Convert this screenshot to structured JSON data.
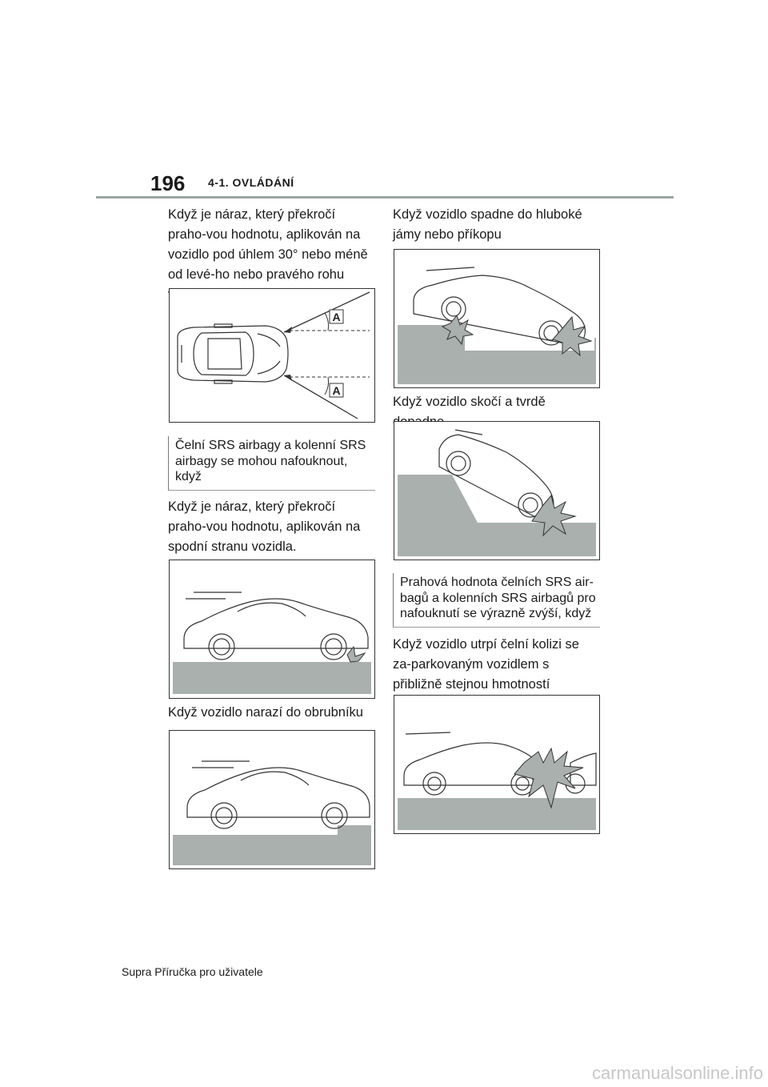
{
  "header": {
    "page_number": "196",
    "section": "4-1. OVLÁDÁNÍ"
  },
  "left": {
    "para1": "Když je náraz, který překročí praho-vou hodnotu, aplikován na vozidlo pod úhlem 30° nebo méně od levé-ho nebo pravého rohu vozidla (A).",
    "fig1_label_a": "A",
    "fig1_label_b": "A",
    "note1": "Čelní SRS airbagy a kolenní SRS airbagy se mohou nafouknout, když",
    "para2": "Když je náraz, který překročí praho-vou hodnotu, aplikován na spodní stranu vozidla.",
    "caption3": "Když vozidlo narazí do obrubníku"
  },
  "right": {
    "para1": "Když vozidlo spadne do hluboké jámy nebo příkopu",
    "caption2": "Když vozidlo skočí a tvrdě dopadne",
    "note2": "Prahová hodnota čelních SRS air-bagů a kolenních SRS airbagů pro nafouknutí se výrazně zvýší, když",
    "para3": "Když vozidlo utrpí čelní kolizi se za-parkovaným vozidlem s přibližně stejnou hmotností"
  },
  "footer": {
    "text": "Supra Příručka pro uživatele"
  },
  "watermark": "carmanualsonline.info"
}
